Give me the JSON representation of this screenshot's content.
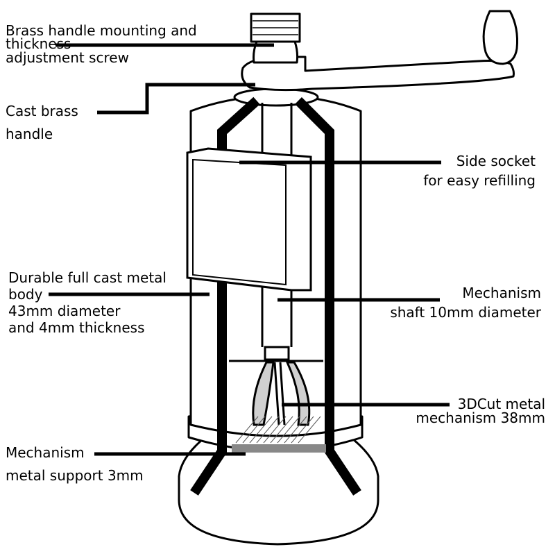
{
  "labels": {
    "handle_screw": {
      "line1": "Brass handle mounting and",
      "line2": "thickness",
      "line3": "adjustment screw"
    },
    "cast_handle": {
      "line1": "Cast brass",
      "line2": "handle"
    },
    "side_socket": {
      "line1": "Side socket",
      "line2": "for easy refilling"
    },
    "body": {
      "line1": "Durable full cast metal",
      "line2": "body",
      "line3": "43mm diameter",
      "line4": "and 4mm thickness"
    },
    "shaft": {
      "line1": "Mechanism",
      "line2": "shaft 10mm diameter"
    },
    "mechanism": {
      "line1": "3DCut metal",
      "line2": "mechanism 38mm"
    },
    "support": {
      "line1": "Mechanism",
      "line2": "metal support 3mm"
    }
  }
}
